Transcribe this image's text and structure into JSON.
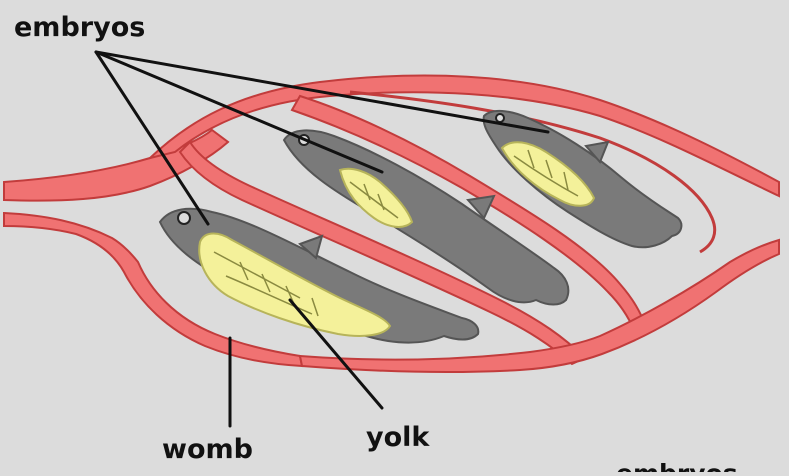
{
  "labels": {
    "embryos": "embryos",
    "womb": "womb",
    "yolk": "yolk",
    "embryos_cropped": "embryos"
  },
  "colors": {
    "background": "#dcdcdc",
    "vessel": "#f07272",
    "vessel_edge": "#c23c3c",
    "embryo": "#7a7a7a",
    "embryo_edge": "#555555",
    "yolk": "#f4f19a",
    "yolk_edge": "#b7b45a",
    "outline": "#222222",
    "leader_line": "#111111"
  }
}
